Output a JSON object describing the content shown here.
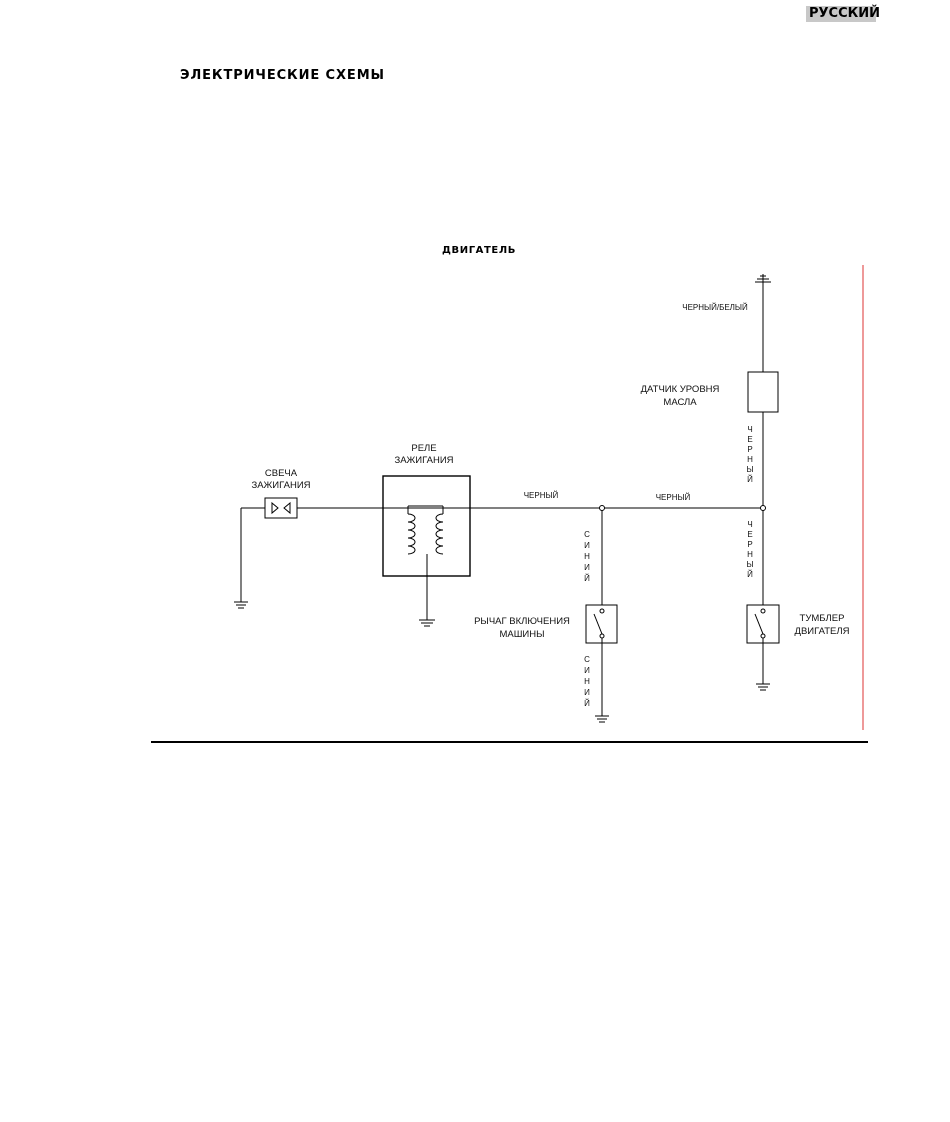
{
  "header": {
    "language": "РУССКИЙ",
    "section_title": "ЭЛЕКТРИЧЕСКИЕ СХЕМЫ"
  },
  "diagram": {
    "title": "ДВИГАТЕЛЬ",
    "components": {
      "spark_plug": [
        "СВЕЧА",
        "ЗАЖИГАНИЯ"
      ],
      "ignition_relay": [
        "РЕЛЕ",
        "ЗАЖИГАНИЯ"
      ],
      "oil_sensor": [
        "ДАТЧИК УРОВНЯ",
        "МАСЛА"
      ],
      "machine_lever": [
        "РЫЧАГ ВКЛЮЧЕНИЯ",
        "МАШИНЫ"
      ],
      "engine_switch": [
        "ТУМБЛЕР",
        "ДВИГАТЕЛЯ"
      ]
    },
    "wires": {
      "black_white": "ЧЕРНЫЙ/БЕЛЫЙ",
      "black": "ЧЕРНЫЙ",
      "blue": "СИНИЙ"
    }
  }
}
